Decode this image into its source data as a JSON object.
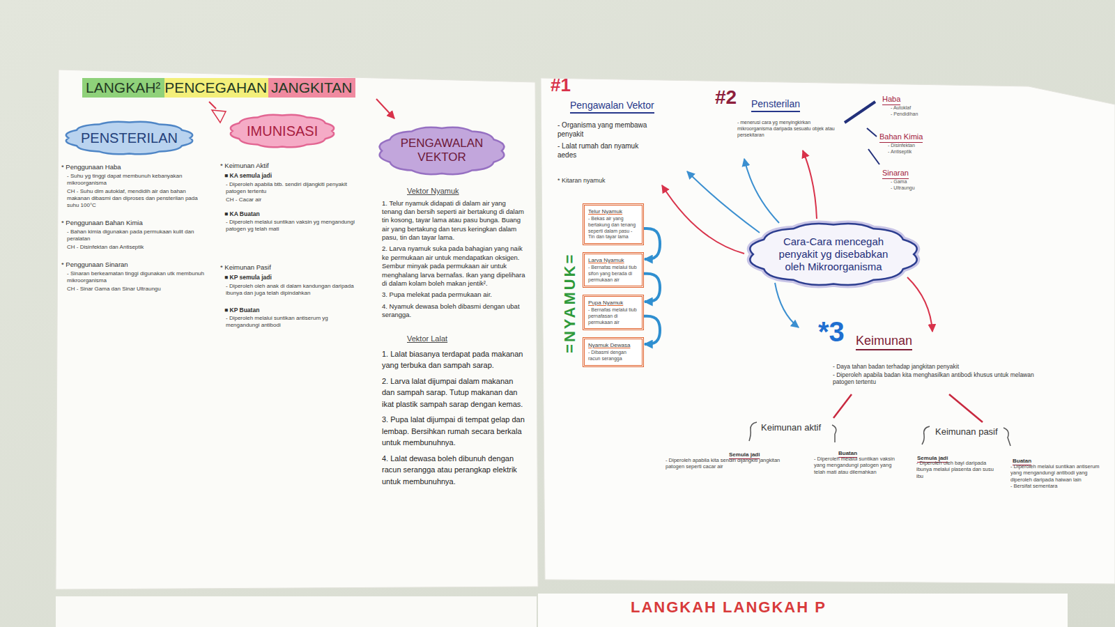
{
  "diagram": {
    "title": "LANGKAH² PENCEGAHAN JANGKITAN",
    "nodes": [
      {
        "text": [
          "PENSTERILAN"
        ]
      },
      {
        "text": [
          "IMUNISASI"
        ]
      },
      {
        "text": [
          "PENGAWALAN VEKTOR"
        ]
      },
      {
        "text": [
          "Cara-Cara mencegah penyakit yg disebabkan oleh Mikroorganisma"
        ]
      },
      {
        "text": [
          "Telur Nyamuk",
          "- Bekas air yang bertakung dan tenang seperti dalam pasu - Tin dan tayar lama"
        ]
      },
      {
        "text": [
          "Larva Nyamuk",
          "- Bernafas melalui tiub sifon yang berada di permukaan air"
        ]
      },
      {
        "text": [
          "Pupa Nyamuk",
          "- Bernafas melalui tiub pernafasan di permukaan air"
        ]
      },
      {
        "text": [
          "Nyamuk Dewasa",
          "- Dibasmi dengan racun serangga"
        ]
      }
    ],
    "edges": [
      {
        "from": 4,
        "to": 5,
        "arrow": "to"
      },
      {
        "from": 5,
        "to": 6,
        "arrow": "to"
      },
      {
        "from": 6,
        "to": 7,
        "arrow": "to"
      }
    ],
    "labels": [
      "* Penggunaan Haba",
      "- Suhu yg tinggi dapat membunuh kebanyakan mikroorganisma",
      "CH - Suhu dlm autoklaf, mendidih air dan bahan makanan dibasmi dan diproses dan pensterilan pada suhu 100°C",
      "* Penggunaan Bahan Kimia",
      "- Bahan kimia digunakan pada permukaan kulit dan peralatan",
      "CH - Disinfektan dan Antiseptik",
      "* Penggunaan Sinaran",
      "- Sinaran berkeamatan tinggi digunakan utk membunuh mikroorganisma",
      "CH - Sinar Gama dan Sinar Ultraungu",
      "* Keimunan Aktif",
      "■ KA semula jadi",
      "- Diperoleh apabila btb. sendiri dijangkiti penyakit patogen tertentu",
      "CH - Cacar air",
      "■ KA Buatan",
      "- Diperoleh melalui suntikan vaksin yg mengandungi patogen yg telah mati",
      "* Keimunan Pasif",
      "■ KP semula jadi",
      "- Diperoleh oleh anak di dalam kandungan daripada ibunya dan juga telah dipindahkan",
      "■ KP Buatan",
      "- Diperoleh melalui suntikan antiserum yg mengandungi antibodi",
      "Vektor Nyamuk",
      "1. Telur nyamuk didapati di dalam air yang tenang dan bersih seperti air bertakung di dalam tin kosong, tayar lama atau pasu bunga. Buang air yang bertakung dan terus keringkan dalam pasu, tin dan tayar lama.",
      "2. Larva nyamuk suka pada bahagian yang naik ke permukaan air untuk mendapatkan oksigen. Sembur minyak pada permukaan air untuk menghalang larva bernafas. Ikan yang dipelihara di dalam kolam boleh makan jentik².",
      "3. Pupa melekat pada permukaan air.",
      "4. Nyamuk dewasa boleh dibasmi dengan ubat serangga.",
      "Vektor Lalat",
      "1. Lalat biasanya terdapat pada makanan yang terbuka dan sampah sarap.",
      "2. Larva lalat dijumpai dalam makanan dan sampah sarap. Tutup makanan dan ikat plastik sampah sarap dengan kemas.",
      "3. Pupa lalat dijumpai di tempat gelap dan lembap. Bersihkan rumah secara berkala untuk membunuhnya.",
      "4. Lalat dewasa boleh dibunuh dengan racun serangga atau perangkap elektrik untuk membunuhnya.",
      "#1",
      "Pengawalan Vektor",
      "- Organisma yang membawa penyakit",
      "- Lalat rumah dan nyamuk aedes",
      "* Kitaran nyamuk",
      "=NYAMUK=",
      "#2",
      "Pensterilan",
      "- menerusi cara yg menyingkirkan mikroorganisma daripada sesuatu objek atau persekitaran",
      "Haba",
      "- Autoklaf",
      "- Pendidihan",
      "Bahan Kimia",
      "- Disinfektan",
      "- Antiseptik",
      "Sinaran",
      "- Gama",
      "- Ultraungu",
      "*3",
      "Keimunan",
      "- Daya tahan badan terhadap jangkitan penyakit",
      "- Diperoleh apabila badan kita menghasilkan antibodi khusus untuk melawan patogen tertentu",
      "Keimunan aktif",
      "Semula jadi",
      "- Diperoleh apabila kita sendiri dijangkiti jangkitan patogen seperti cacar air",
      "Buatan",
      "- Diperoleh melalui suntikan vaksin yang mengandungi patogen yang telah mati atau dilemahkan",
      "Keimunan pasif",
      "Semula jadi",
      "- Diperoleh oleh bayi daripada ibunya melalui plasenta dan susu ibu",
      "Buatan",
      "- Diperoleh melalui suntikan antiserum yang mengandungi antibodi yang diperoleh daripada haiwan lain",
      "- Bersifat sementara",
      "LANGKAH LANGKAH P"
    ]
  }
}
